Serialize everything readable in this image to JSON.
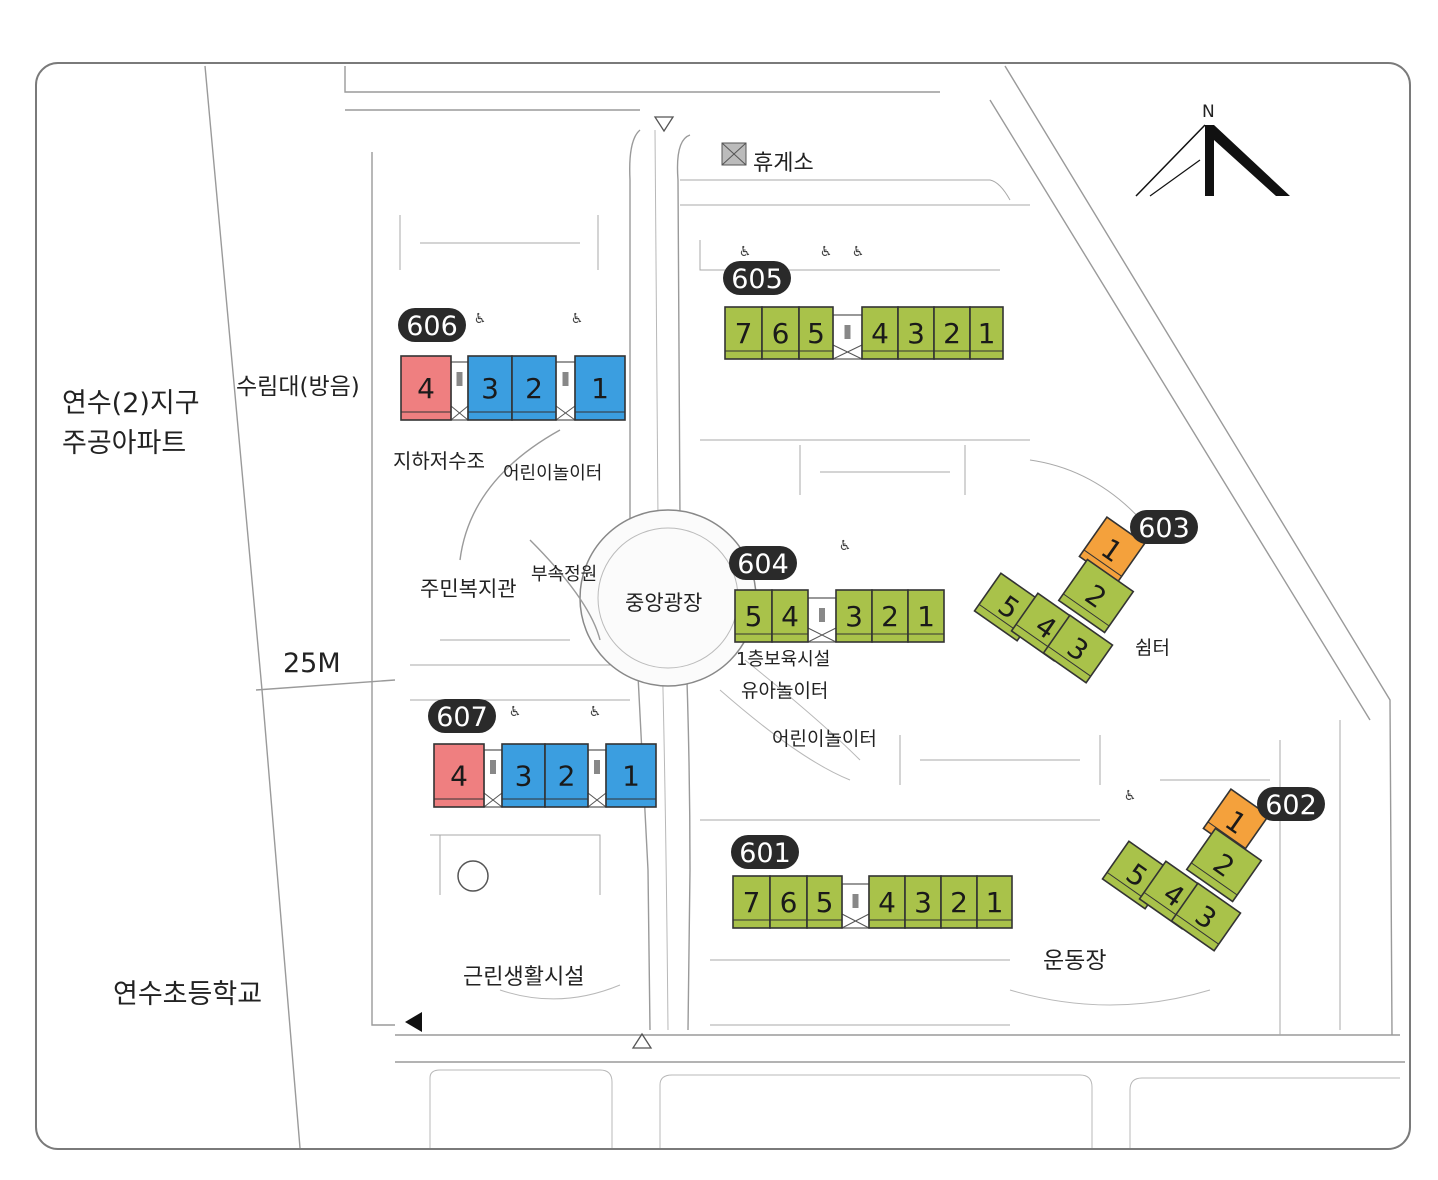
{
  "colors": {
    "green": "#a9c24a",
    "blue": "#3b9ee0",
    "red": "#ef7f80",
    "orange": "#f4a13c",
    "badge": "#2a2a2a"
  },
  "compass": {
    "label": "N"
  },
  "surroundings": {
    "apartment_line1": "연수(2)지구",
    "apartment_line2": "주공아파트",
    "school": "연수초등학교",
    "road_width": "25M",
    "forest": "수림대(방음)"
  },
  "facilities": {
    "rest_area": "휴게소",
    "water_tank": "지하저수조",
    "playground_west": "어린이놀이터",
    "garden": "부속정원",
    "welfare_center": "주민복지관",
    "plaza": "중앙광장",
    "nursery": "1층보육시설",
    "toddler_playground": "유아놀이터",
    "playground_center": "어린이놀이터",
    "shelter": "쉼터",
    "sports_field": "운동장",
    "shopping": "근린생활시설"
  },
  "buildings": [
    {
      "id": "605",
      "units": [
        "7",
        "6",
        "5",
        "4",
        "3",
        "2",
        "1"
      ],
      "color": "green"
    },
    {
      "id": "606",
      "units": [
        "4",
        "3",
        "2",
        "1"
      ],
      "colors": [
        "red",
        "blue",
        "blue",
        "blue"
      ]
    },
    {
      "id": "604",
      "units": [
        "5",
        "4",
        "3",
        "2",
        "1"
      ],
      "color": "green"
    },
    {
      "id": "603",
      "units": [
        "1",
        "2",
        "5",
        "4",
        "3"
      ],
      "colors": [
        "orange",
        "green",
        "green",
        "green",
        "green"
      ]
    },
    {
      "id": "607",
      "units": [
        "4",
        "3",
        "2",
        "1"
      ],
      "colors": [
        "red",
        "blue",
        "blue",
        "blue"
      ]
    },
    {
      "id": "601",
      "units": [
        "7",
        "6",
        "5",
        "4",
        "3",
        "2",
        "1"
      ],
      "color": "green"
    },
    {
      "id": "602",
      "units": [
        "1",
        "2",
        "5",
        "4",
        "3"
      ],
      "colors": [
        "orange",
        "green",
        "green",
        "green",
        "green"
      ]
    }
  ]
}
